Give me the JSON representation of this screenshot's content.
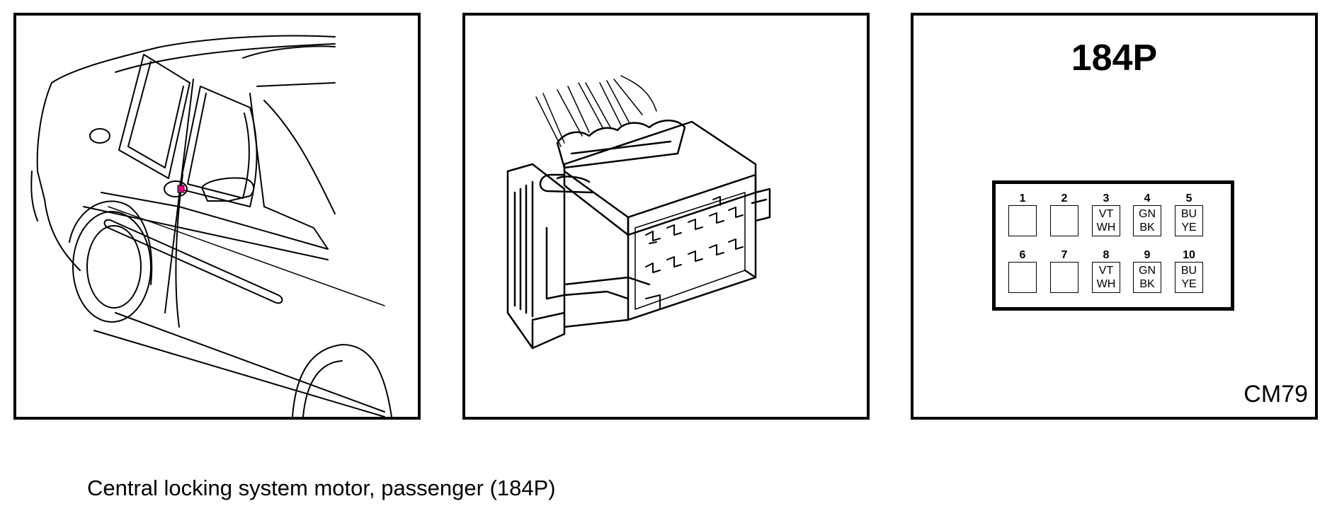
{
  "connector": {
    "code": "184P",
    "diagram_code": "CM79",
    "pins": [
      {
        "number": "1",
        "colors": []
      },
      {
        "number": "2",
        "colors": []
      },
      {
        "number": "3",
        "colors": [
          "VT",
          "WH"
        ]
      },
      {
        "number": "4",
        "colors": [
          "GN",
          "BK"
        ]
      },
      {
        "number": "5",
        "colors": [
          "BU",
          "YE"
        ]
      },
      {
        "number": "6",
        "colors": []
      },
      {
        "number": "7",
        "colors": []
      },
      {
        "number": "8",
        "colors": [
          "VT",
          "WH"
        ]
      },
      {
        "number": "9",
        "colors": [
          "GN",
          "BK"
        ]
      },
      {
        "number": "10",
        "colors": [
          "BU",
          "YE"
        ]
      }
    ]
  },
  "caption": "Central locking system motor, passenger (184P)",
  "colors": {
    "line": "#000000",
    "highlight": "#e0007a",
    "background": "#ffffff"
  }
}
